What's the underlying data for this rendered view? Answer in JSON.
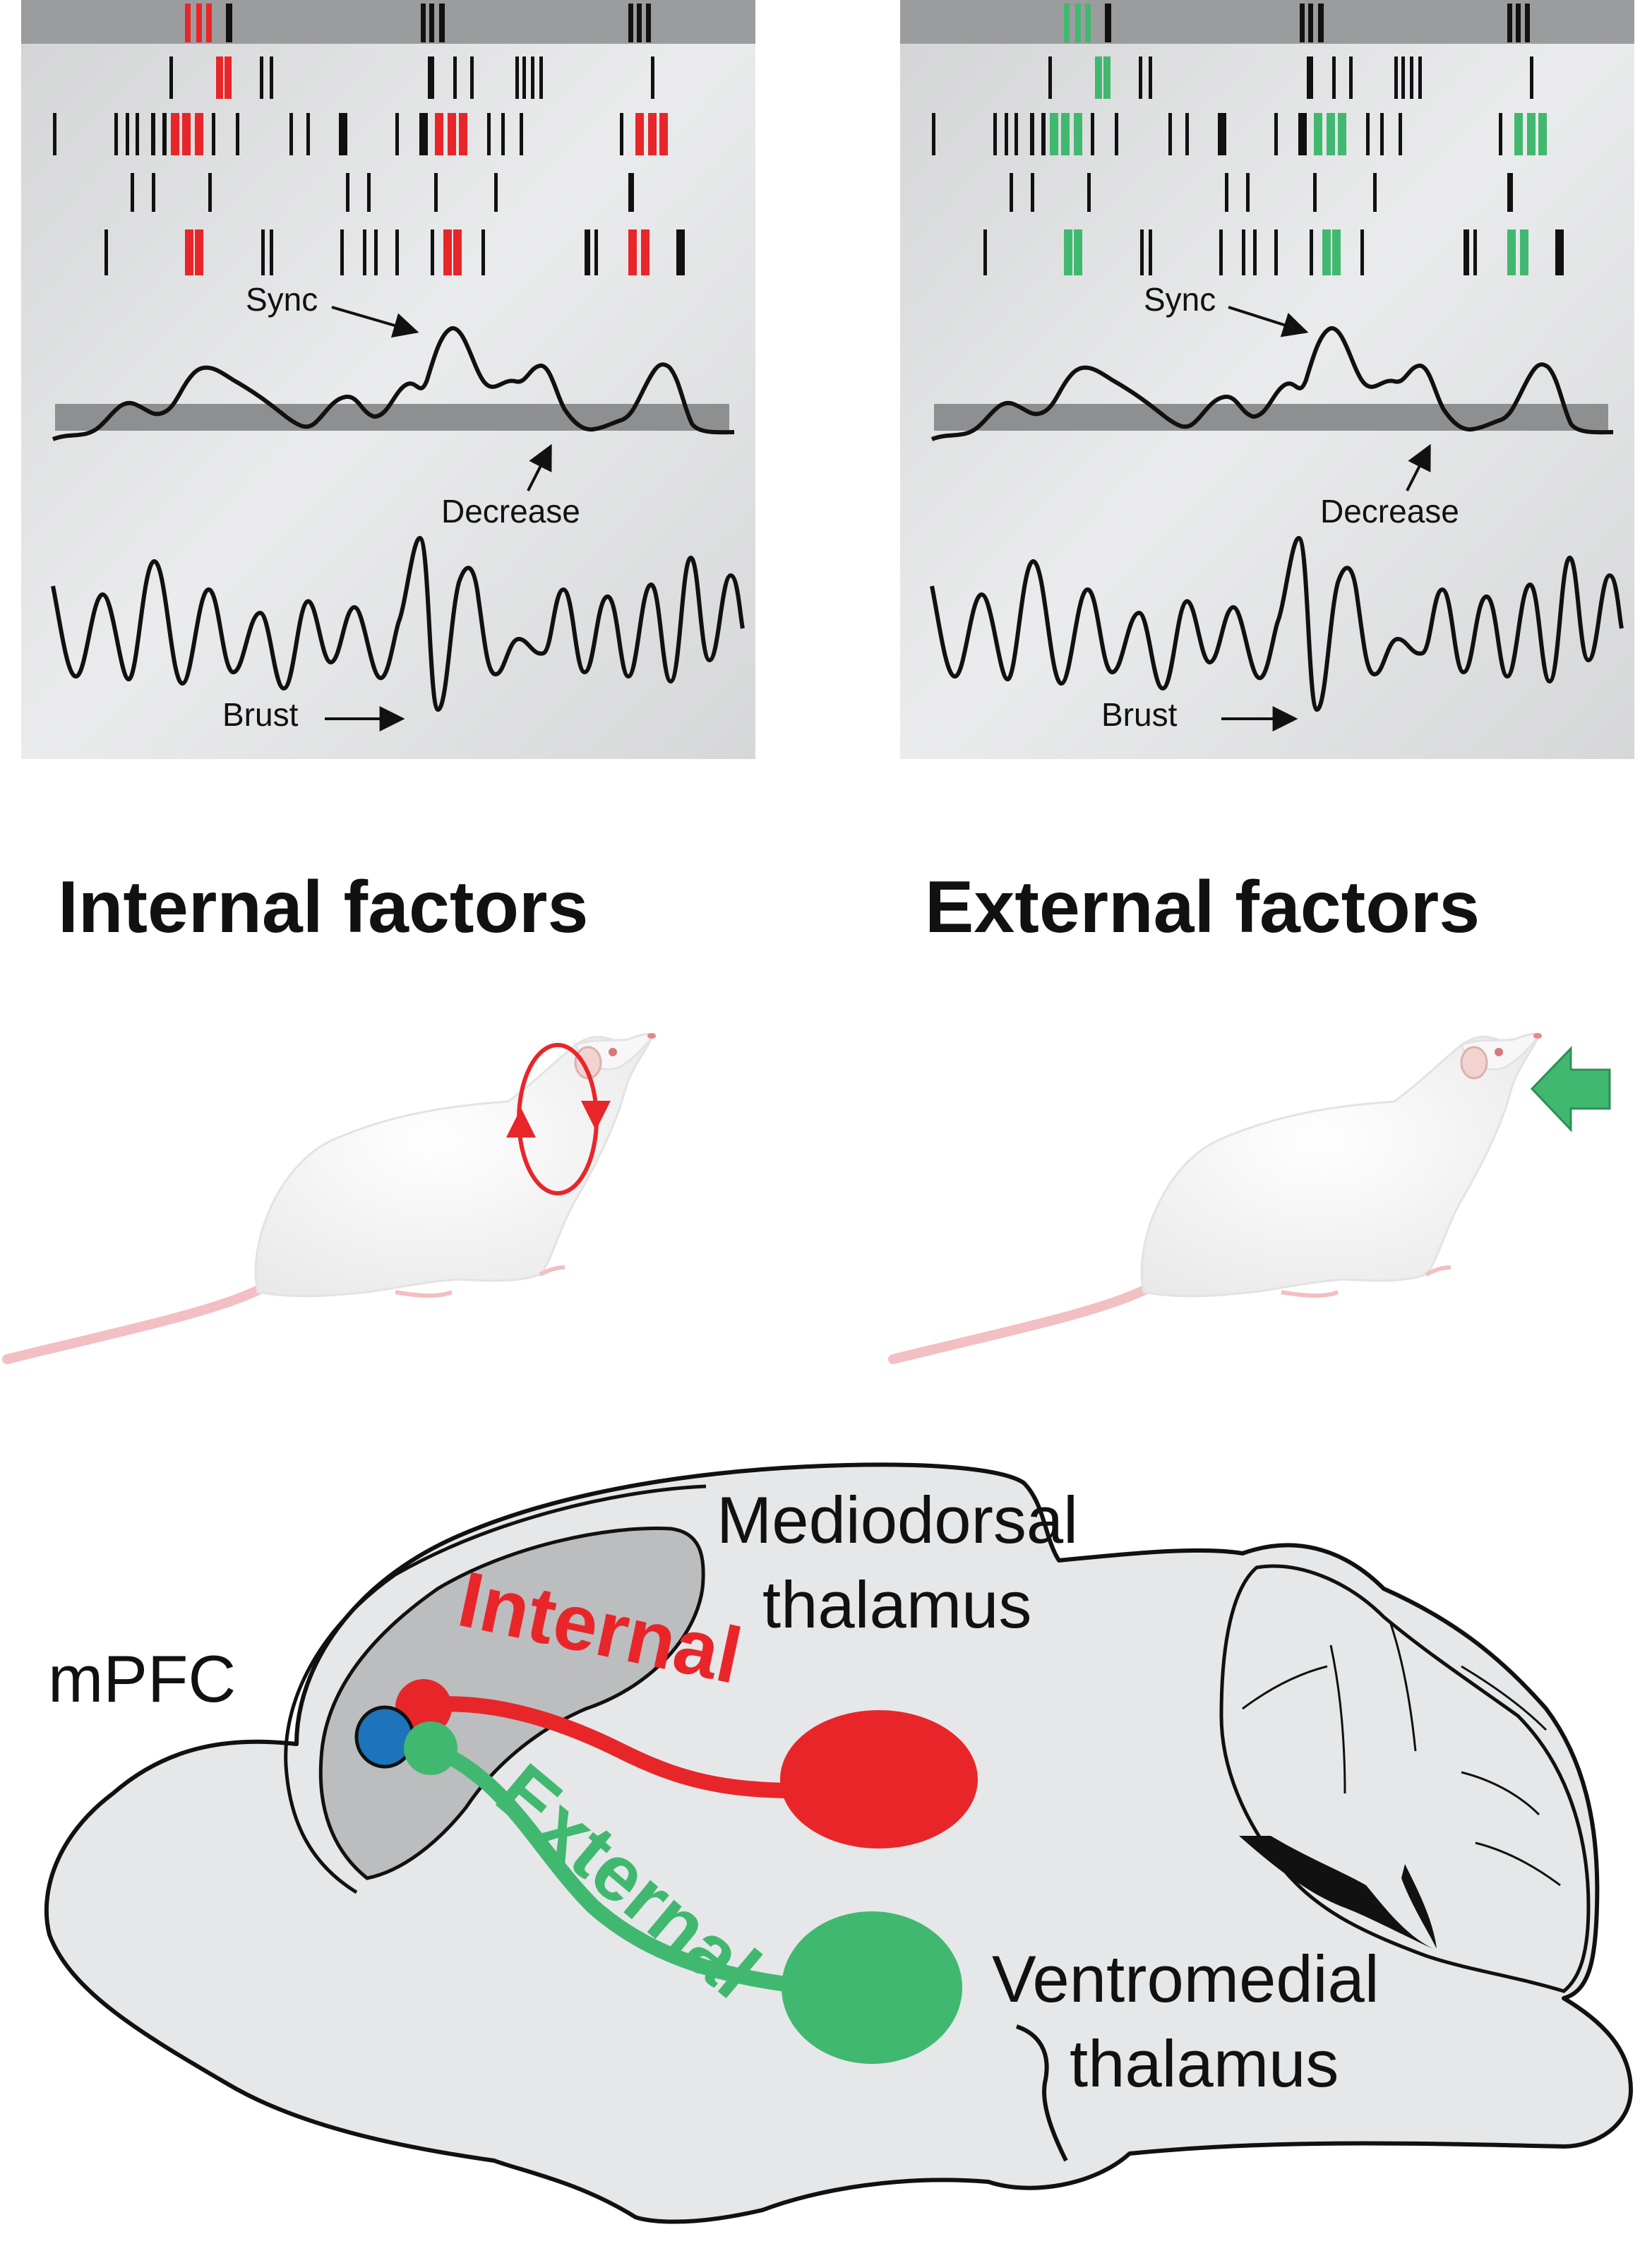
{
  "colors": {
    "internal": "#E8262A",
    "external": "#41B870",
    "mpfc_blue": "#1D74BA",
    "panel_bg": "#DCDDDE",
    "panel_band": "#9B9C9E",
    "brain_fill": "#E6E7E8",
    "mpfc_region_fill": "#BCBDBF"
  },
  "panels": {
    "internal": {
      "sync_label": "Sync",
      "decrease_label": "Decrease",
      "burst_label": "Brust"
    },
    "external": {
      "sync_label": "Sync",
      "decrease_label": "Decrease",
      "burst_label": "Brust"
    }
  },
  "headings": {
    "internal": "Internal factors",
    "external": "External factors"
  },
  "rats": {
    "internal_icon": "rat-with-circular-head-motion-icon",
    "external_icon": "rat-with-external-stimulus-arrow-icon"
  },
  "brain": {
    "mpfc_label": "mPFC",
    "md_label_line1": "Mediodorsal",
    "md_label_line2": "thalamus",
    "vm_label_line1": "Ventromedial",
    "vm_label_line2": "thalamus",
    "internal_pathway": "Internal",
    "external_pathway": "External"
  }
}
